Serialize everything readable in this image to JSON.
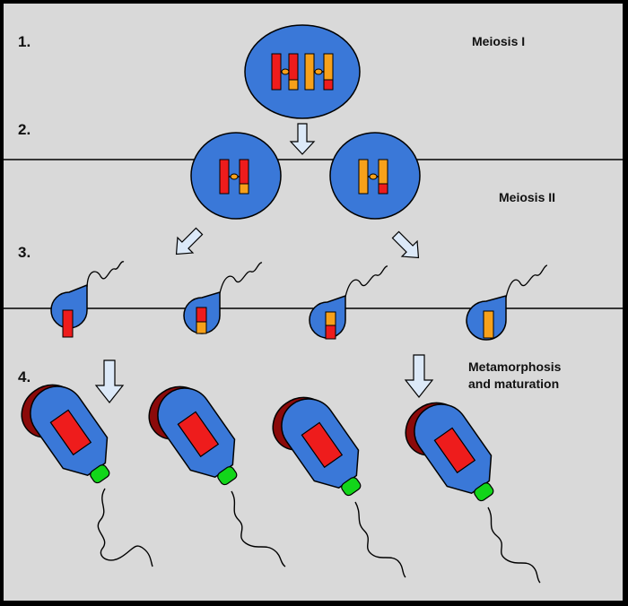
{
  "steps": {
    "s1": "1.",
    "s2": "2.",
    "s3": "3.",
    "s4": "4."
  },
  "phases": {
    "meiosis_1": "Meiosis I",
    "meiosis_2": "Meiosis II",
    "metamorphosis_line1": "Metamorphosis",
    "metamorphosis_line2": "and maturation"
  },
  "colors": {
    "background": "#d9d9d9",
    "cell": "#3a78d8",
    "chromosome_red": "#ee1c1c",
    "chromosome_orange": "#f7a11a",
    "acrosome": "#8b0a0a",
    "midpiece": "#12d61a",
    "arrow_fill": "#dce9f8"
  }
}
